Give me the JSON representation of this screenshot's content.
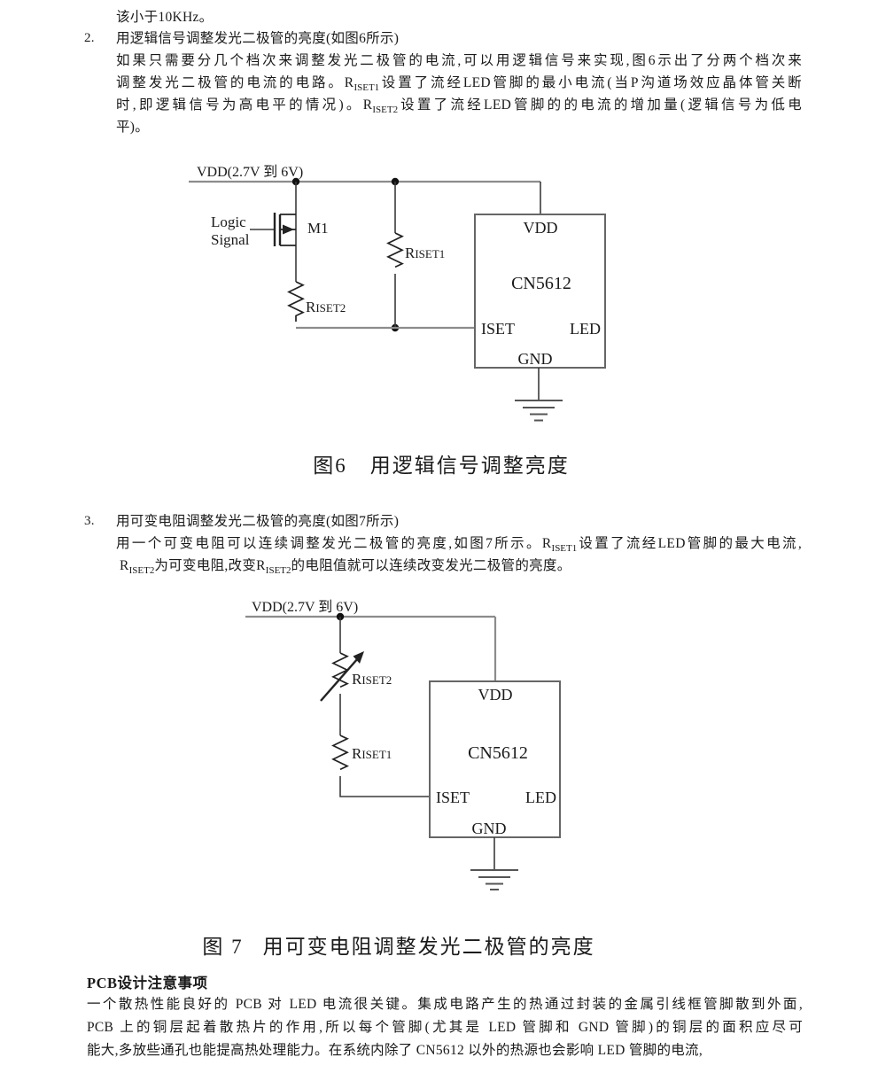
{
  "page_title": "CN5612 datasheet page",
  "colors": {
    "text": "#1a1a1a",
    "wire_gray": "#8c8c8c",
    "component": "#222222",
    "background": "#ffffff"
  },
  "intro_line": "该小于10KHz。",
  "item2": {
    "number": "2.",
    "title": "用逻辑信号调整发光二极管的亮度(如图6所示)",
    "lines": [
      [
        {
          "t": "如果只需要分几个档次来调整发光二极管的电流,可以用逻辑信号来实现,图6示出了分两个档次来"
        }
      ],
      [
        {
          "t": "调整发光二极管的电流的电路。R"
        },
        {
          "t": "ISET1",
          "sub": true
        },
        {
          "t": "设置了流经LED管脚的最小电流(当P沟道场效应晶体管关断"
        }
      ],
      [
        {
          "t": "时,即逻辑信号为高电平的情况)。R"
        },
        {
          "t": "ISET2",
          "sub": true
        },
        {
          "t": "设置了流经LED管脚的的电流的增加量(逻辑信号为低电"
        }
      ],
      [
        {
          "t": "平)。"
        }
      ]
    ]
  },
  "item3": {
    "number": "3.",
    "title": "用可变电阻调整发光二极管的亮度(如图7所示)",
    "lines": [
      [
        {
          "t": "用一个可变电阻可以连续调整发光二极管的亮度,如图7所示。R"
        },
        {
          "t": "ISET1",
          "sub": true
        },
        {
          "t": "设置了流经LED管脚的最大电流,"
        }
      ],
      [
        {
          "t": "R"
        },
        {
          "t": "ISET2",
          "sub": true
        },
        {
          "t": "为可变电阻,改变R"
        },
        {
          "t": "ISET2",
          "sub": true
        },
        {
          "t": "的电阻值就可以连续改变发光二极管的亮度。"
        }
      ]
    ]
  },
  "figure6": {
    "caption": {
      "num": "图6",
      "title": "用逻辑信号调整亮度"
    },
    "vdd_rail_label": "VDD(2.7V 到 6V)",
    "logic_label_line1": "Logic",
    "logic_label_line2": "Signal",
    "mosfet_label": "M1",
    "riset1": {
      "r": "R",
      "sub": "ISET1"
    },
    "riset2": {
      "r": "R",
      "sub": "ISET2"
    },
    "chip": {
      "name": "CN5612",
      "pin_vdd": "VDD",
      "pin_iset": "ISET",
      "pin_led": "LED",
      "pin_gnd": "GND"
    }
  },
  "figure7": {
    "caption": {
      "num": "图 7",
      "title": "用可变电阻调整发光二极管的亮度"
    },
    "vdd_rail_label": "VDD(2.7V 到 6V)",
    "riset1": {
      "r": "R",
      "sub": "ISET1"
    },
    "riset2": {
      "r": "R",
      "sub": "ISET2"
    },
    "chip": {
      "name": "CN5612",
      "pin_vdd": "VDD",
      "pin_iset": "ISET",
      "pin_led": "LED",
      "pin_gnd": "GND"
    }
  },
  "pcb_section": {
    "heading": "PCB设计注意事项",
    "lines": [
      "一个散热性能良好的 PCB 对 LED 电流很关键。集成电路产生的热通过封装的金属引线框管脚散到外面,",
      "PCB 上的铜层起着散热片的作用,所以每个管脚(尤其是 LED 管脚和 GND 管脚)的铜层的面积应尽可",
      "能大,多放些通孔也能提高热处理能力。在系统内除了 CN5612 以外的热源也会影响 LED 管脚的电流,"
    ]
  }
}
